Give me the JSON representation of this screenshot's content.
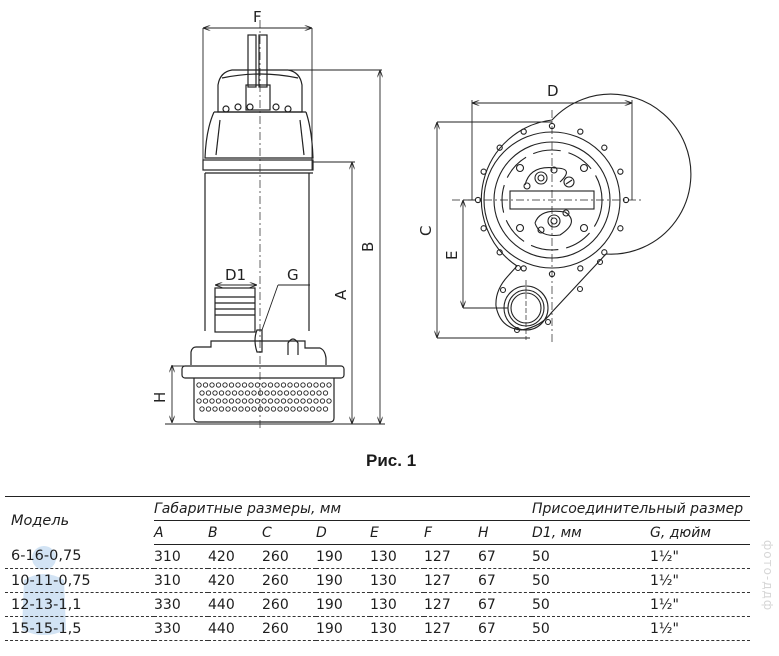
{
  "drawing": {
    "side_view_labels": {
      "F": "F",
      "B": "B",
      "A": "A",
      "D1": "D1",
      "G": "G",
      "H": "H"
    },
    "top_view_labels": {
      "D": "D",
      "C": "C",
      "E": "E"
    }
  },
  "caption": "Рис. 1",
  "table": {
    "header": {
      "model": "Модель",
      "group_dimensions": "Габаритные размеры, мм",
      "group_connection": "Присоединительный размер",
      "columns": [
        "A",
        "B",
        "C",
        "D",
        "E",
        "F",
        "H",
        "D1, мм",
        "G, дюйм"
      ]
    },
    "rows": [
      {
        "model": "6-16-0,75",
        "values": [
          "310",
          "420",
          "260",
          "190",
          "130",
          "127",
          "67",
          "50",
          "1½\""
        ]
      },
      {
        "model": "10-11-0,75",
        "values": [
          "310",
          "420",
          "260",
          "190",
          "130",
          "127",
          "67",
          "50",
          "1½\""
        ]
      },
      {
        "model": "12-13-1,1",
        "values": [
          "330",
          "440",
          "260",
          "190",
          "130",
          "127",
          "67",
          "50",
          "1½\""
        ]
      },
      {
        "model": "15-15-1,5",
        "values": [
          "330",
          "440",
          "260",
          "190",
          "130",
          "127",
          "67",
          "50",
          "1½\""
        ]
      }
    ]
  },
  "watermark": "фото-ддф"
}
